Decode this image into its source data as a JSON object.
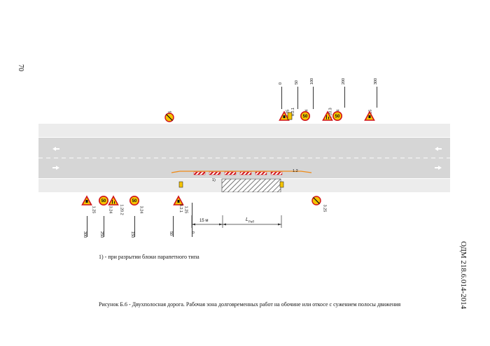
{
  "page_number": "70",
  "doc_code": "ОДМ 218.6.014-2014",
  "footnote": "1) - при разрытии блоки парапетного типа",
  "caption": {
    "label": "Рисунок Б.6 -",
    "text": "Двухполосная дорога. Рабочая зона долговременных работ на обочине или откосе с сужением полосы движения"
  },
  "top_distances": [
    "0",
    "50",
    "100",
    "200",
    "300"
  ],
  "bottom_distances": [
    "300",
    "250",
    "150",
    "50",
    "0"
  ],
  "top_sign_codes": {
    "far_left": "3.25",
    "s0": "1.25",
    "s0b": "8.2.1",
    "s50": "3.24",
    "s100a": "1.20.3",
    "s100b": "3.24",
    "s200": "1.25"
  },
  "bottom_sign_codes": {
    "s300": "1.25",
    "s250a": "3.24",
    "s250b": "1.20.2",
    "s150": "3.24",
    "s50a": "1.25",
    "s50b": "8.2.1",
    "far_right": "3.25"
  },
  "speed_limit": "50",
  "block_note": "1)",
  "line_marking": "1.2",
  "dim_15": "15 м",
  "dim_L": "L",
  "dim_L_sub": "Раб",
  "colors": {
    "road": "#d6d6d6",
    "shoulder": "#ececec",
    "red": "#d0131b",
    "yellow": "#f5c400",
    "orange": "#ef8a17"
  }
}
